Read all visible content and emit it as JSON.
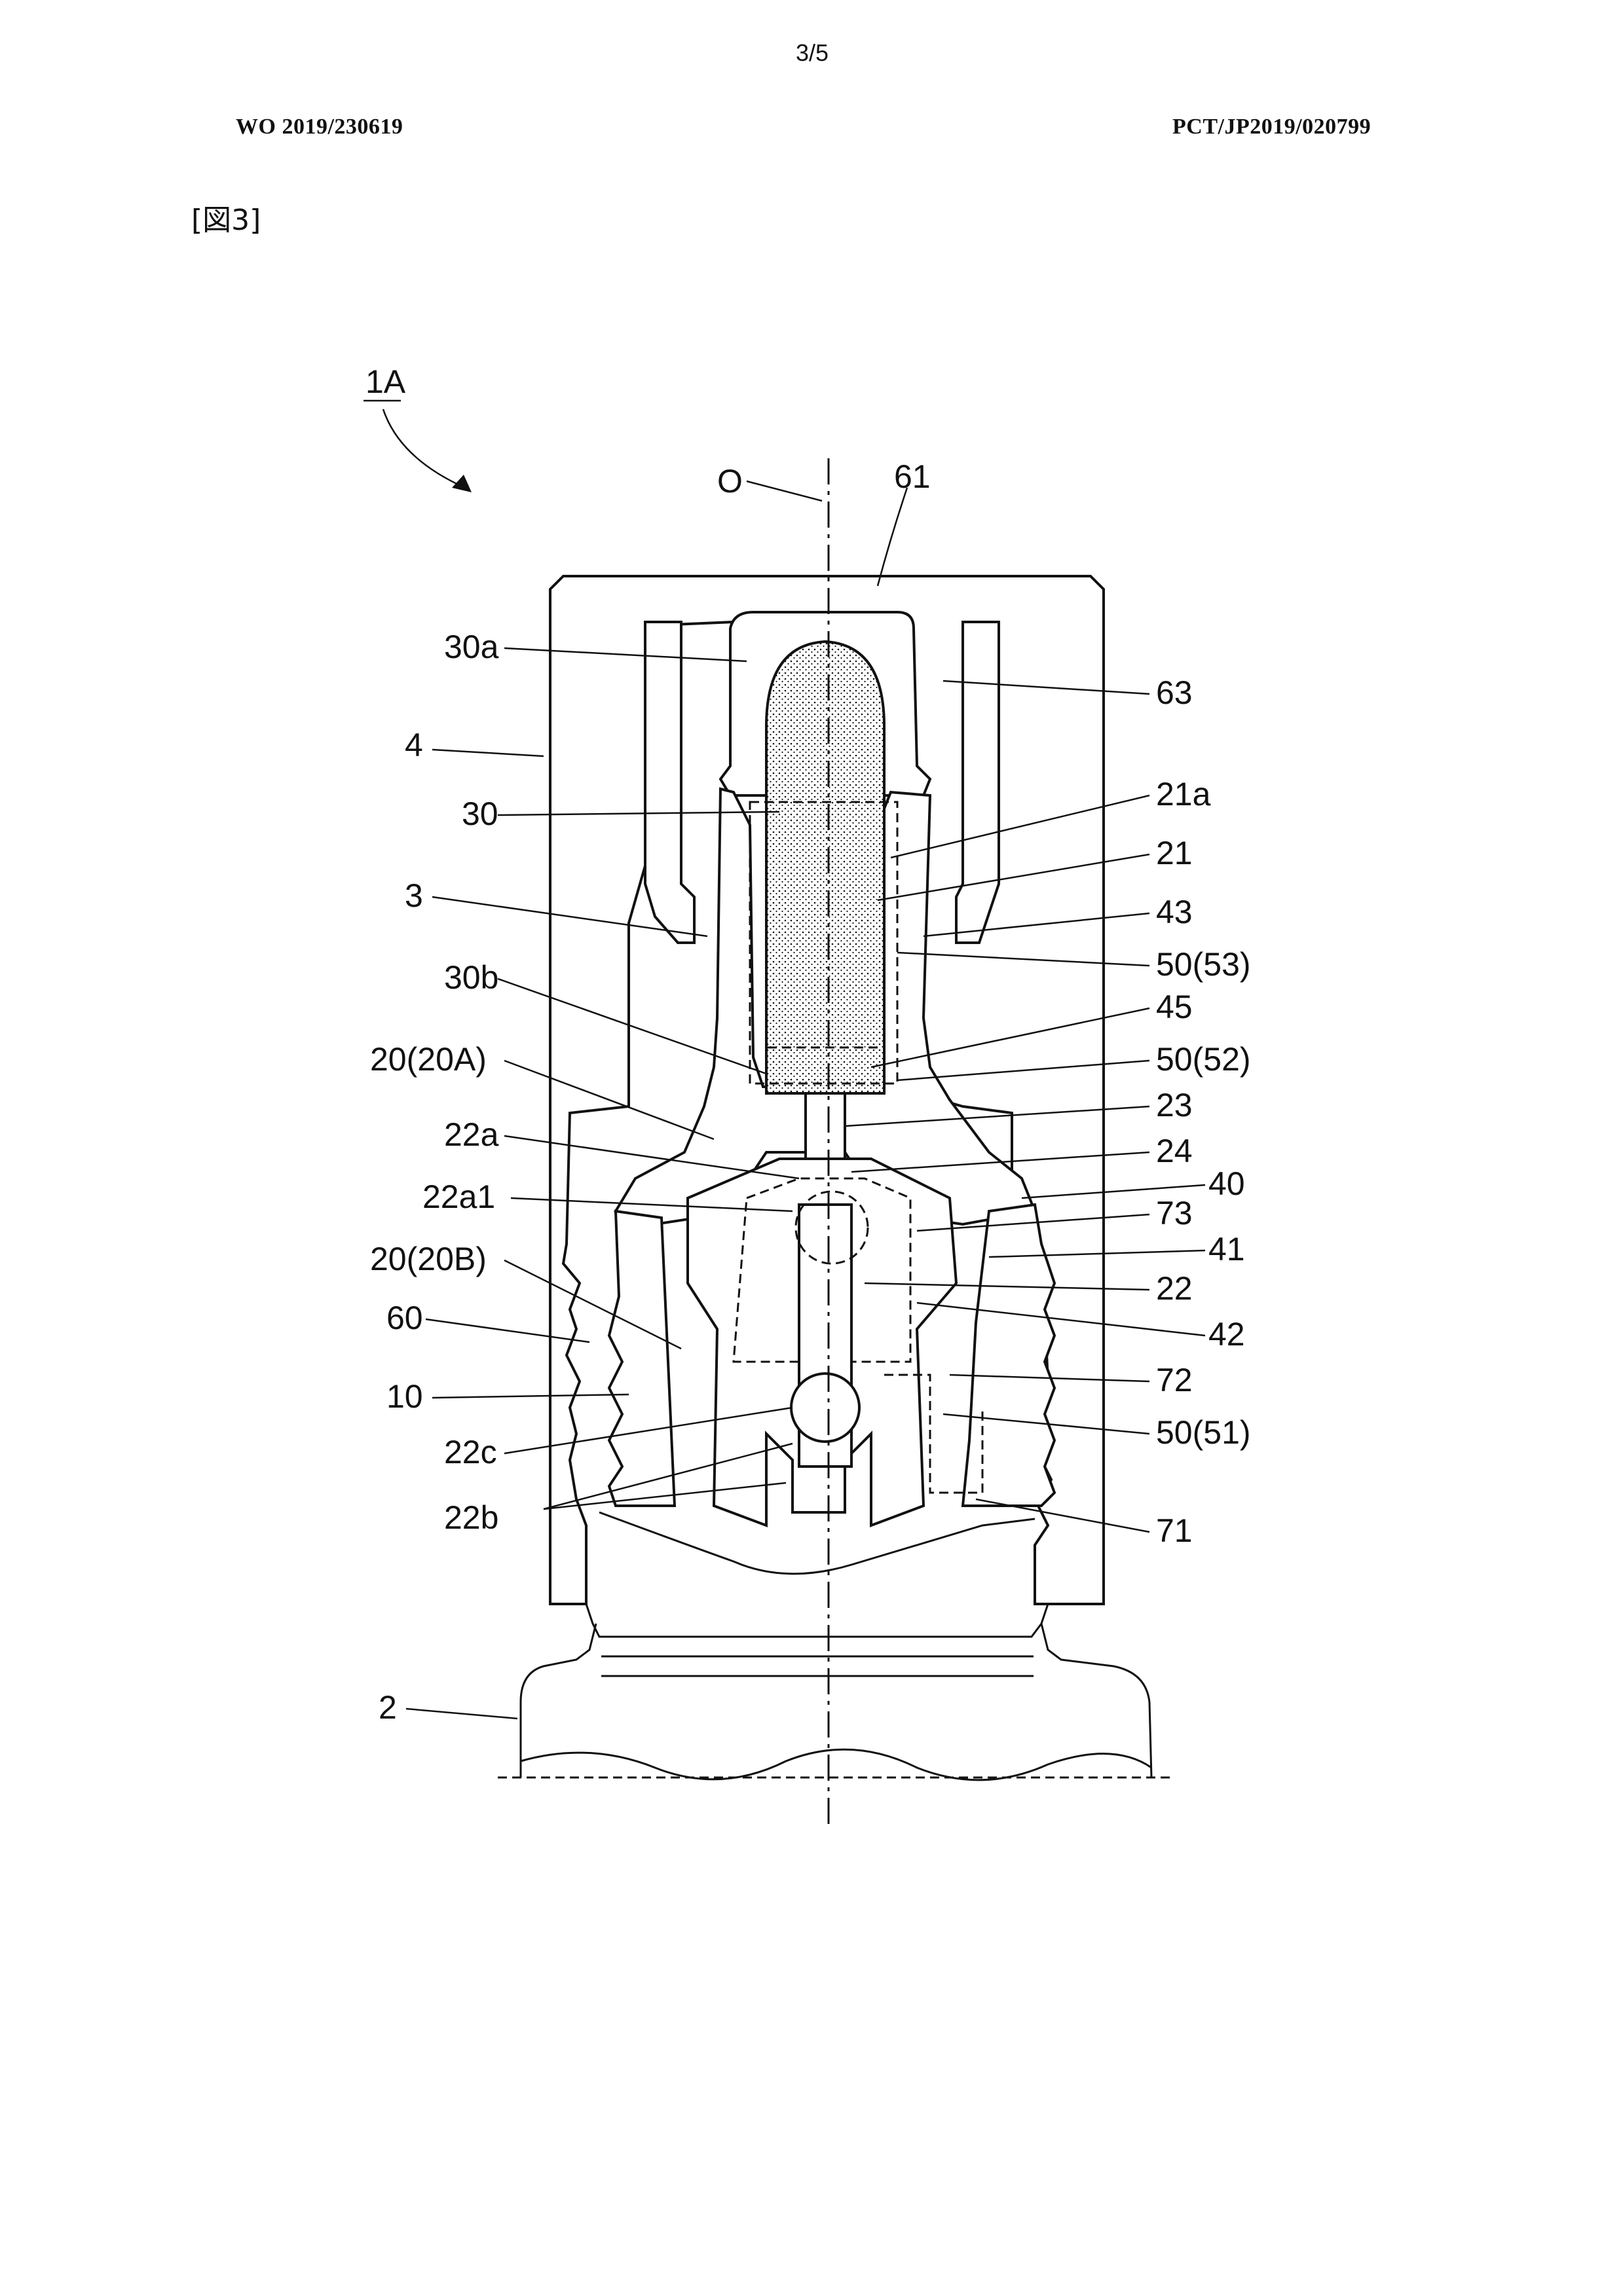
{
  "header": {
    "page_number": "3/5",
    "publication_number": "WO 2019/230619",
    "application_number": "PCT/JP2019/020799",
    "figure_ref": "[図3]"
  },
  "figure": {
    "assembly_label": "1A",
    "axis_label": "O",
    "reference_labels": [
      "61",
      "30a",
      "63",
      "4",
      "30",
      "21a",
      "21",
      "3",
      "43",
      "50(53)",
      "30b",
      "45",
      "20(20A)",
      "50(52)",
      "23",
      "22a",
      "24",
      "22a1",
      "40",
      "73",
      "20(20B)",
      "41",
      "22",
      "60",
      "42",
      "10",
      "72",
      "22c",
      "50(51)",
      "22b",
      "71",
      "2"
    ]
  },
  "colors": {
    "ink": "#111111",
    "paper": "#ffffff"
  }
}
